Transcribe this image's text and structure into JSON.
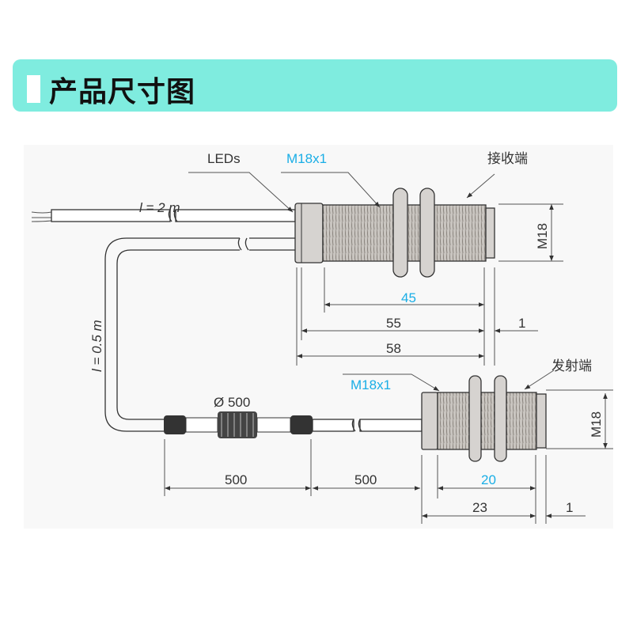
{
  "header": {
    "title": "产品尺寸图"
  },
  "diagram": {
    "receiver": {
      "label": "接收端",
      "leds_label": "LEDs",
      "thread_label": "M18x1",
      "diameter_label": "M18",
      "cable_length": "l = 2 m",
      "dims": {
        "thread": "45",
        "body": "55",
        "total": "58",
        "cap": "1"
      }
    },
    "emitter": {
      "label": "发射端",
      "thread_label": "M18x1",
      "diameter_label": "M18",
      "dims": {
        "thread": "20",
        "total": "23",
        "cap": "1"
      }
    },
    "cable": {
      "length": "l = 0.5 m",
      "connector_label": "Ø 500",
      "segment_left": "500",
      "segment_right": "500"
    },
    "colors": {
      "banner": "#7fecdf",
      "highlight": "#1aaee6"
    }
  }
}
